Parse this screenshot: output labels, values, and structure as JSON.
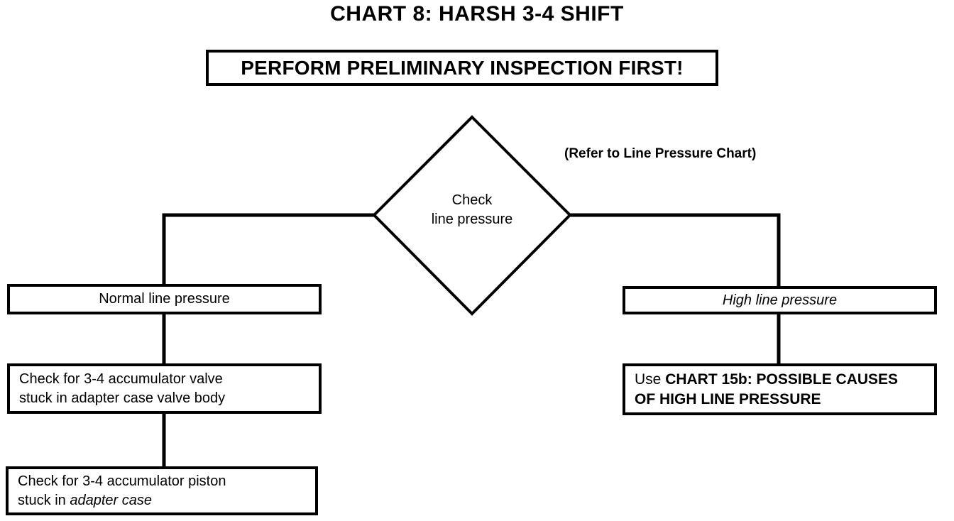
{
  "page": {
    "title": "CHART 8: HARSH 3-4 SHIFT",
    "banner": "PERFORM PRELIMINARY INSPECTION FIRST!"
  },
  "flowchart": {
    "decision": {
      "line1": "Check",
      "line2": "line pressure"
    },
    "annotation": "(Refer to Line Pressure Chart)",
    "left_branch": {
      "result": "Normal line pressure",
      "step1_line1": "Check for 3-4 accumulator valve",
      "step1_line2": "stuck in adapter case valve body",
      "step2_line1": "Check for 3-4 accumulator piston",
      "step2_line2_prefix": "stuck in ",
      "step2_line2_italic": "adapter case"
    },
    "right_branch": {
      "result": "High line pressure",
      "action_prefix": "Use ",
      "action_bold_line1": "CHART 15b: POSSIBLE CAUSES",
      "action_bold_line2": "OF HIGH LINE PRESSURE"
    }
  },
  "colors": {
    "ink": "#000000",
    "background": "#ffffff"
  }
}
